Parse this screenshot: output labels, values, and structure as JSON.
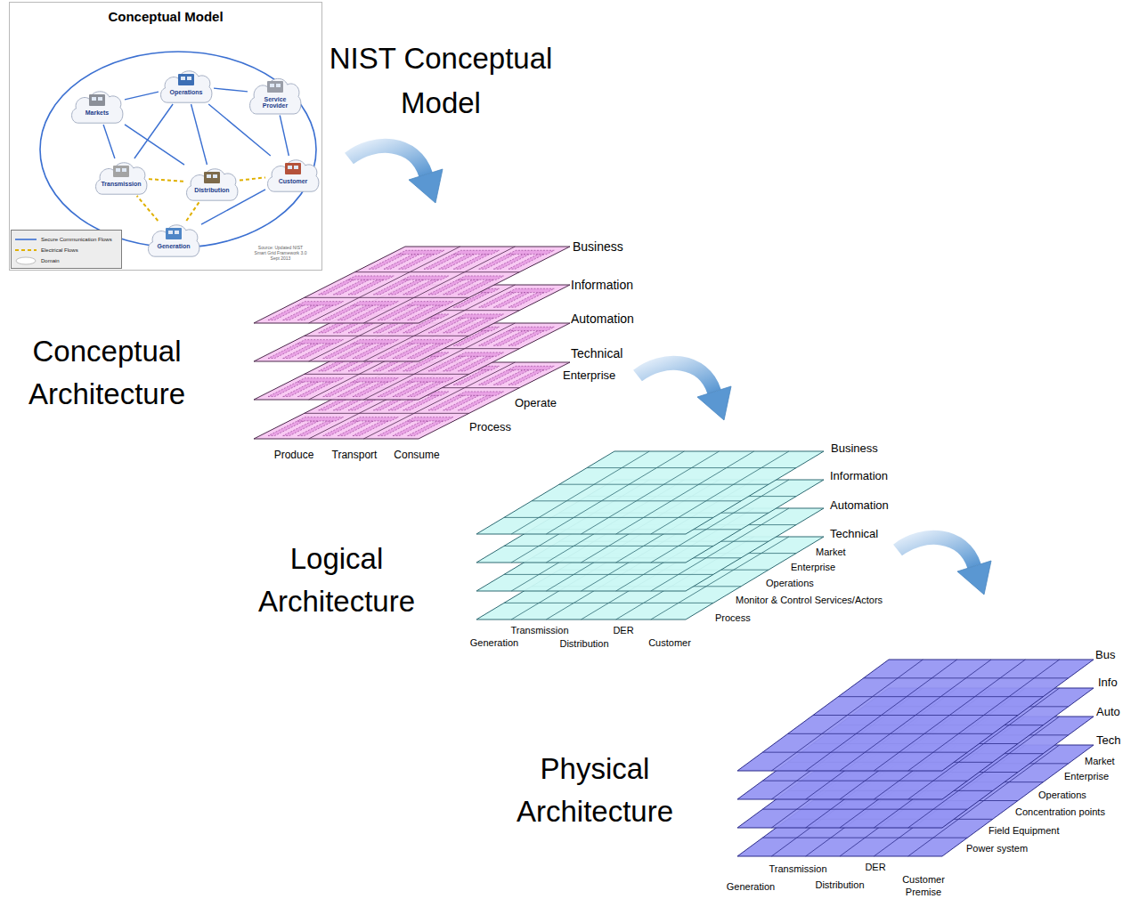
{
  "diagram": {
    "nodes": [
      {
        "text": [
          "Conceptual Model"
        ]
      },
      {
        "text": [
          "Markets"
        ],
        "in": 0
      },
      {
        "text": [
          "Operations"
        ],
        "in": 0
      },
      {
        "text": [
          "Service Provider"
        ],
        "in": 0
      },
      {
        "text": [
          "Transmission"
        ],
        "in": 0
      },
      {
        "text": [
          "Distribution"
        ],
        "in": 0
      },
      {
        "text": [
          "Customer"
        ],
        "in": 0
      },
      {
        "text": [
          "Generation"
        ],
        "in": 0
      }
    ],
    "edges": [
      {
        "from": 1,
        "to": 2,
        "arrow": "none"
      },
      {
        "from": 2,
        "to": 3,
        "arrow": "none"
      },
      {
        "from": 1,
        "to": 4,
        "arrow": "none"
      },
      {
        "from": 3,
        "to": 6,
        "arrow": "none"
      },
      {
        "from": 2,
        "to": 5,
        "arrow": "none"
      },
      {
        "from": 2,
        "to": 4,
        "arrow": "none"
      },
      {
        "from": 2,
        "to": 6,
        "arrow": "none"
      },
      {
        "from": 7,
        "to": 6,
        "arrow": "none"
      },
      {
        "from": 1,
        "to": 5,
        "arrow": "none"
      },
      {
        "from": 7,
        "to": 4,
        "arrow": "none"
      },
      {
        "from": 4,
        "to": 5,
        "arrow": "none"
      },
      {
        "from": 5,
        "to": 6,
        "arrow": "none"
      },
      {
        "from": 7,
        "to": 5,
        "arrow": "none"
      }
    ],
    "labels": [
      "NIST Conceptual Model",
      "Conceptual Architecture",
      "Logical Architecture",
      "Physical Architecture",
      "Business",
      "Information",
      "Automation",
      "Technical",
      "Enterprise",
      "Operate",
      "Process",
      "Produce",
      "Transport",
      "Consume",
      "Business",
      "Information",
      "Automation",
      "Technical",
      "Market",
      "Enterprise",
      "Operations",
      "Monitor & Control Services/Actors",
      "Process",
      "Generation",
      "Transmission",
      "Distribution",
      "DER",
      "Customer",
      "Bus",
      "Info",
      "Auto",
      "Tech",
      "Market",
      "Enterprise",
      "Operations",
      "Concentration points",
      "Field Equipment",
      "Power system",
      "Generation",
      "Transmission",
      "Distribution",
      "DER",
      "Customer Premise",
      "Source: Updated NIST Smart Grid Framework 3.0 Sept 2013"
    ],
    "legend": [
      {
        "text": "Secure Communication Flows"
      },
      {
        "text": "Electrical Flows"
      },
      {
        "text": "Domain"
      }
    ]
  }
}
